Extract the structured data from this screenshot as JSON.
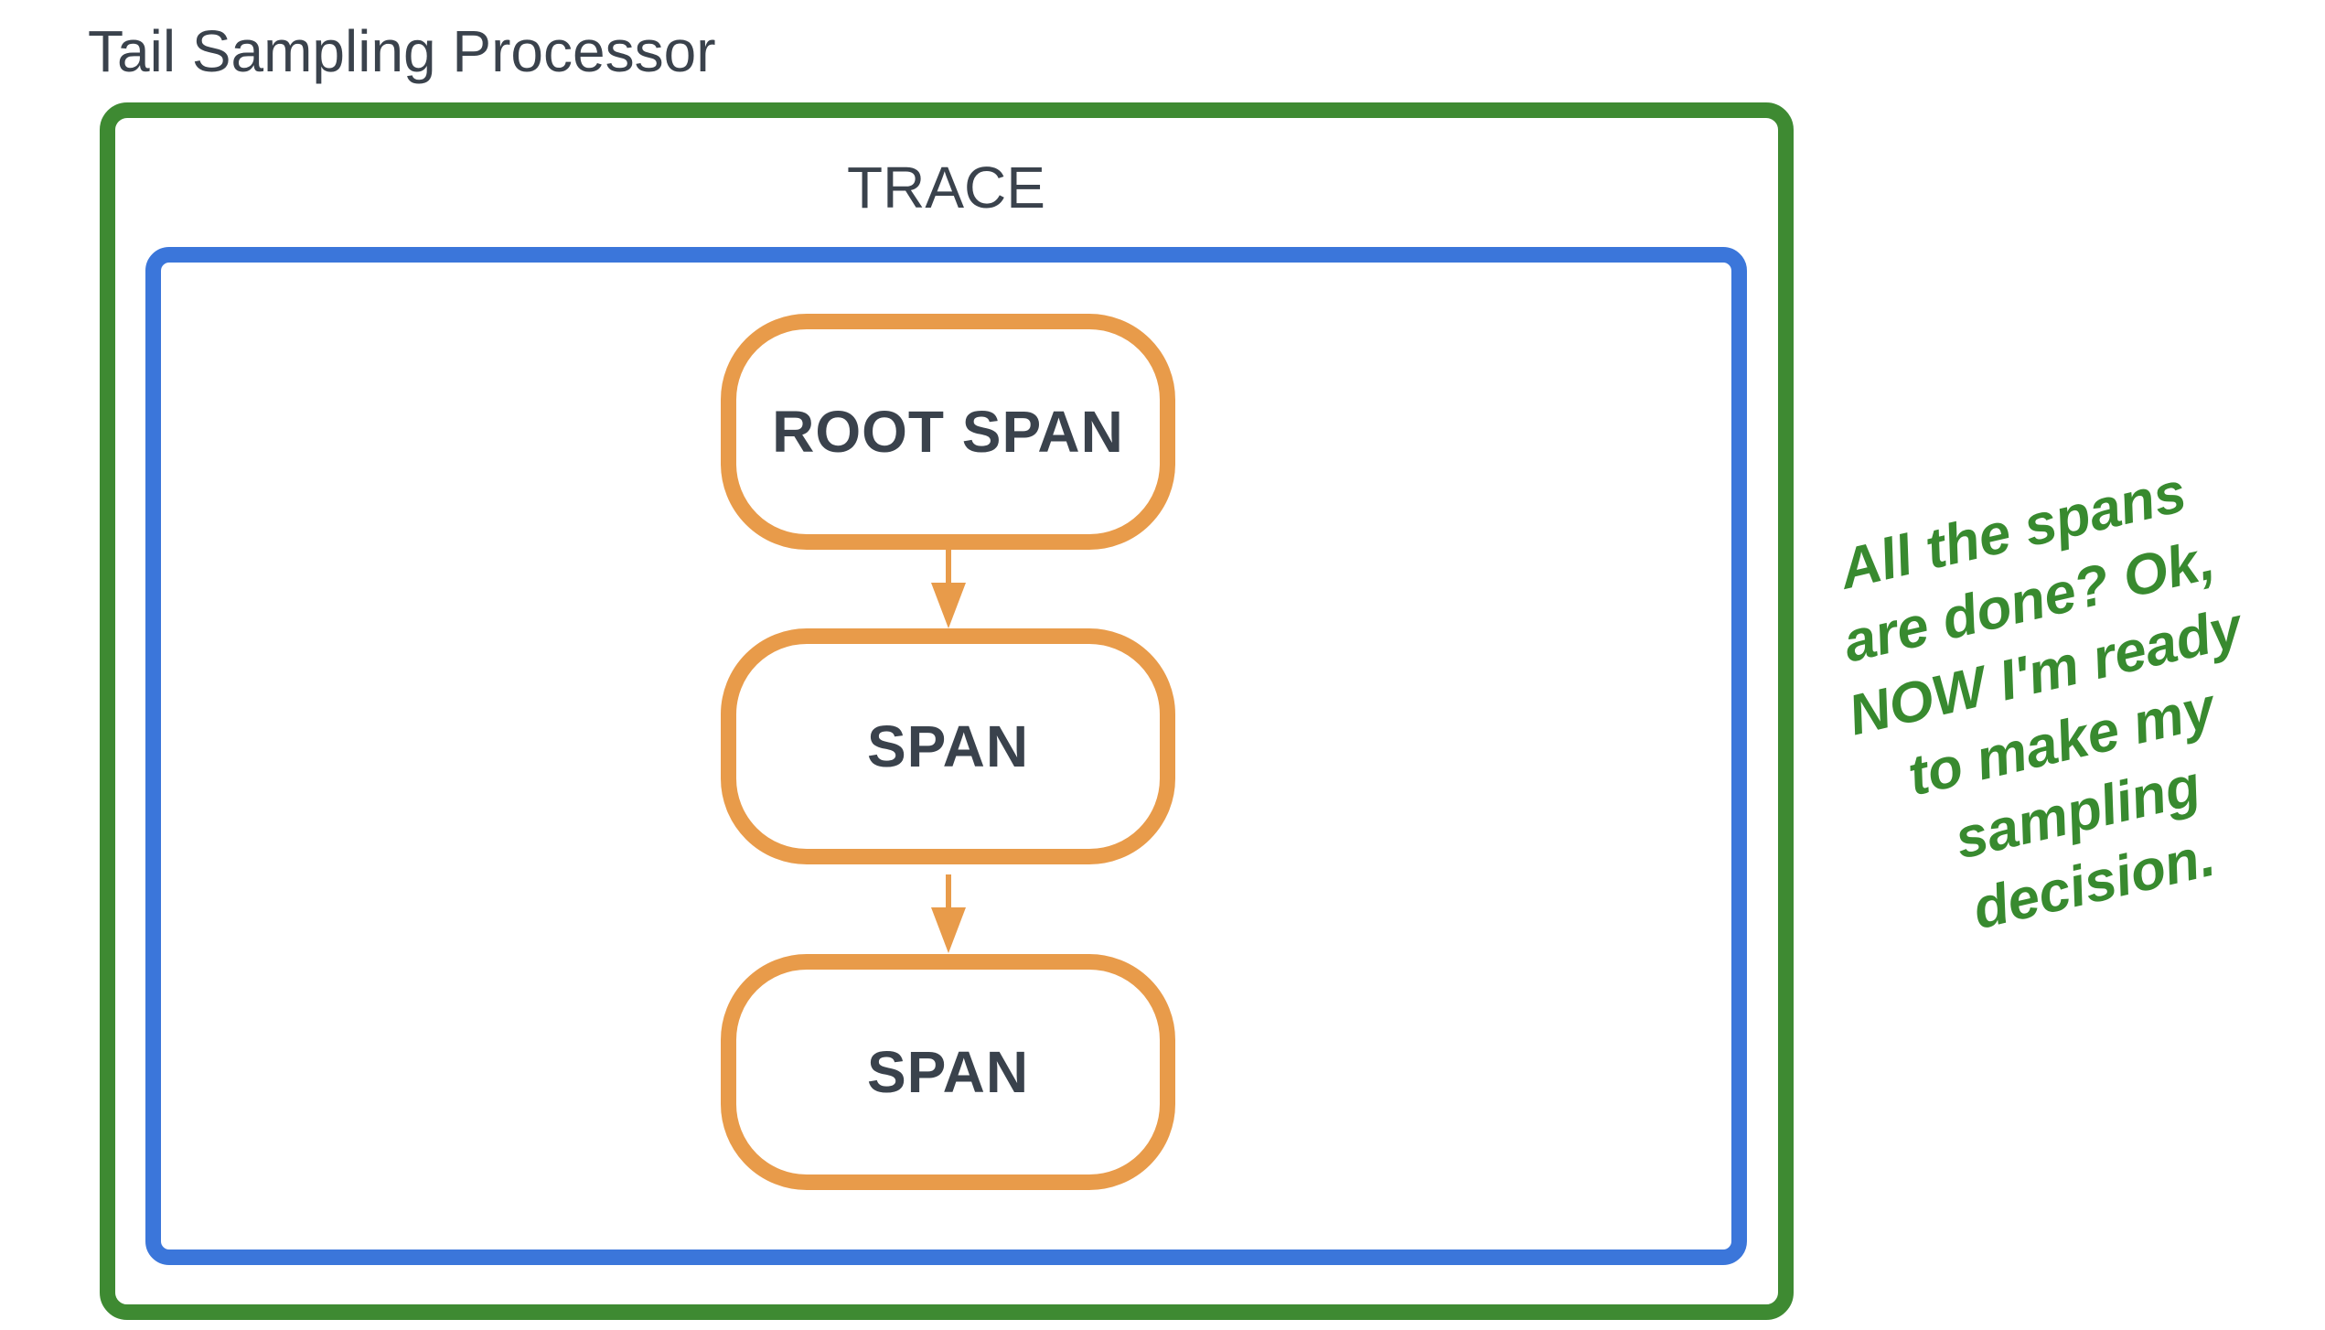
{
  "title": "Tail Sampling Processor",
  "trace": {
    "label": "TRACE"
  },
  "spans": [
    {
      "label": "ROOT SPAN"
    },
    {
      "label": "SPAN"
    },
    {
      "label": "SPAN"
    }
  ],
  "callout": {
    "text": "All the spans are done? Ok, NOW I'm ready to make my sampling decision.",
    "lines": [
      "All the spans",
      "are done? Ok,",
      "NOW I'm ready",
      "to make my",
      "sampling",
      "decision."
    ]
  },
  "colors": {
    "processor_border_green": "#3E8A32",
    "trace_border_blue": "#3B76DA",
    "span_border_orange": "#E89B4A",
    "arrow_orange": "#E89B4A",
    "label_dark": "#3A424C",
    "callout_green": "#388A2F",
    "background": "#FFFFFF"
  }
}
